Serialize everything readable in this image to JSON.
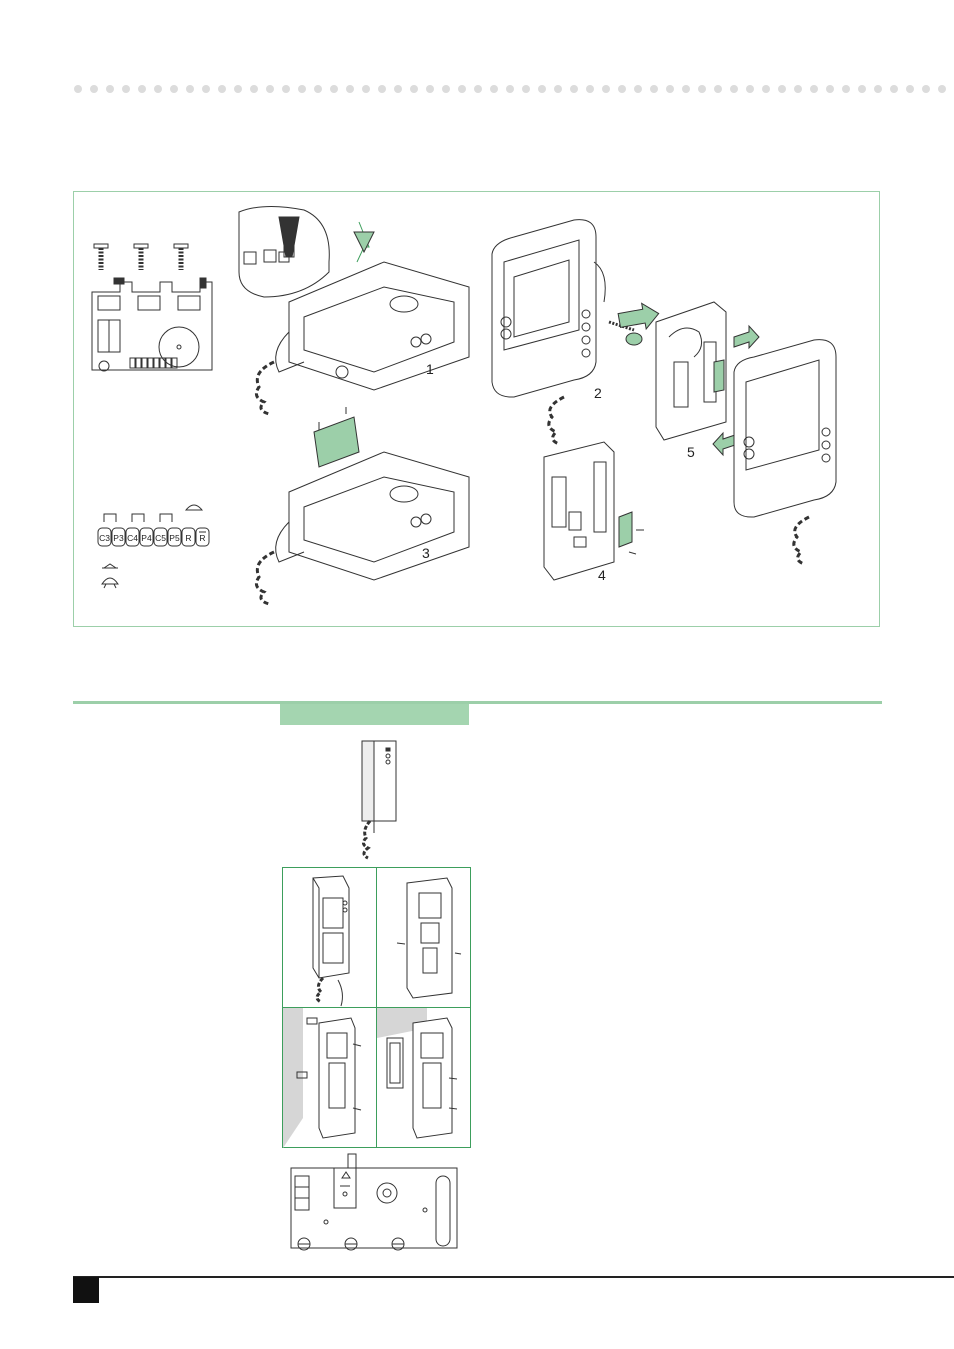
{
  "figure": {
    "step_labels": [
      "1",
      "2",
      "3",
      "4",
      "5"
    ],
    "terminals": [
      "C3",
      "P3",
      "C4",
      "P4",
      "C5",
      "P5",
      "R",
      "R"
    ]
  },
  "colors": {
    "accent_green": "#9ccfa9",
    "tab_green": "#a4d5b0",
    "grid_green": "#3d9e5c",
    "dot_gray": "#dcdcdc"
  }
}
